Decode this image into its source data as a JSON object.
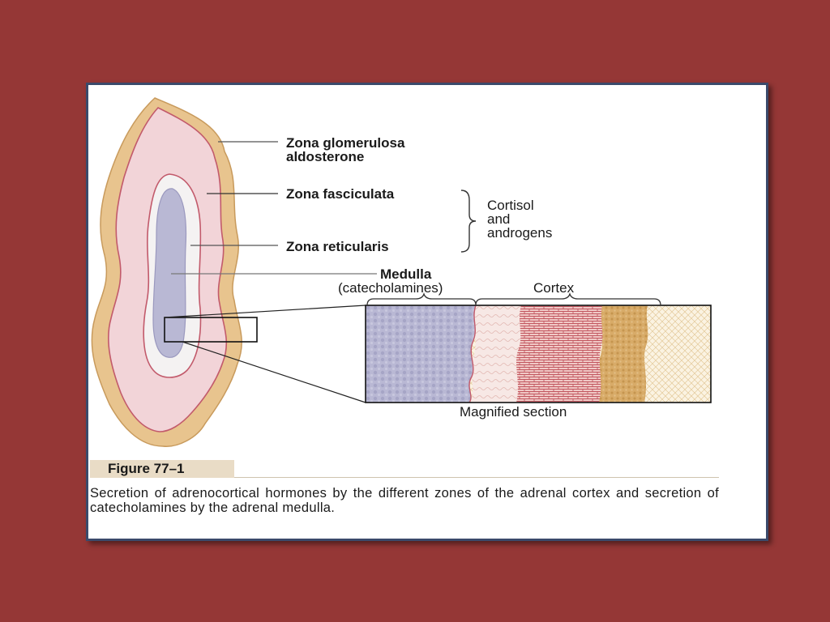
{
  "colors": {
    "background": "#953736",
    "capsule": "#e8c48e",
    "zona_fasciculata": "#f2d4d8",
    "zona_reticularis": "#f4f2f2",
    "medulla": "#b9b8d4",
    "zone_outline": "#c25a6b",
    "figure_tab": "#e9dcc6"
  },
  "labels": {
    "zona_glomerulosa": "Zona glomerulosa",
    "aldosterone": "aldosterone",
    "zona_fasciculata": "Zona fasciculata",
    "zona_reticularis": "Zona reticularis",
    "cortisol": "Cortisol",
    "and": "and",
    "androgens": "androgens",
    "medulla": "Medulla",
    "catecholamines": "(catecholamines)",
    "cortex": "Cortex",
    "magnified_section": "Magnified section"
  },
  "figure": {
    "number": "Figure 77–1",
    "caption": "Secretion of adrenocortical hormones by the different zones of the adrenal cortex and secretion of catecholamines by the adrenal medulla."
  }
}
